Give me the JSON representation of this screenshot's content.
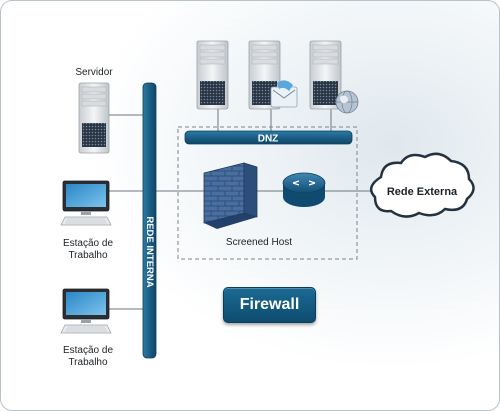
{
  "labels": {
    "servidor": "Servidor",
    "estacao1_line1": "Estação de",
    "estacao1_line2": "Trabalho",
    "estacao2_line1": "Estação de",
    "estacao2_line2": "Trabalho",
    "rede_interna": "REDE INTERNA",
    "dnz": "DNZ",
    "screened_host": "Screened Host",
    "rede_externa": "Rede Externa",
    "firewall_button": "Firewall"
  },
  "colors": {
    "bus_blue": "#1b5f86",
    "accent_teal": "#0d4c6f",
    "firewall_brick": "#3a5b86",
    "cloud_fill": "#ffffff"
  },
  "icons": [
    "server-icon",
    "workstation-icon",
    "firewall-wall-icon",
    "router-icon",
    "cloud-icon",
    "globe-icon",
    "mail-icon"
  ]
}
